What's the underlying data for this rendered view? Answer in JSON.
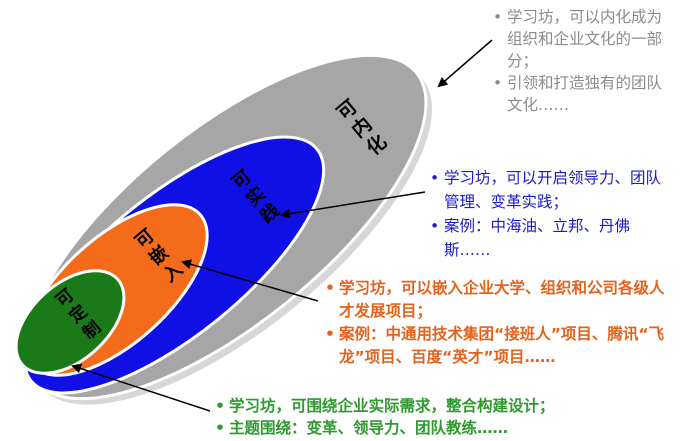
{
  "diagram": {
    "levels": [
      {
        "id": "internalizable",
        "label_chars": [
          "可",
          "内",
          "化"
        ],
        "color": "#a6a6a6"
      },
      {
        "id": "practicable",
        "label_chars": [
          "可",
          "实",
          "践"
        ],
        "color": "#1010e6"
      },
      {
        "id": "embeddable",
        "label_chars": [
          "可",
          "嵌",
          "入"
        ],
        "color": "#f46c1b"
      },
      {
        "id": "customizable",
        "label_chars": [
          "可",
          "定",
          "制"
        ],
        "color": "#1a7a1a"
      }
    ],
    "callouts": {
      "gray": {
        "items": [
          "学习坊，可以内化成为组织和企业文化的一部分；",
          "引领和打造独有的团队文化……"
        ],
        "color": "#8c8c8c"
      },
      "blue": {
        "items": [
          "学习坊，可以开启领导力、团队管理、变革实践；",
          "案例：中海油、立邦、丹佛斯……"
        ],
        "color": "#1a1acc"
      },
      "orange": {
        "items": [
          "学习坊，可以嵌入企业大学、组织和公司各级人才发展项目；",
          "案例：中通用技术集团“接班人”项目、腾讯“飞龙”项目、百度“英才”项目……"
        ],
        "color": "#e5621c"
      },
      "green": {
        "items": [
          "学习坊，可围绕企业实际需求，整合构建设计；",
          "主题围绕：变革、领导力、团队教练……"
        ],
        "color": "#2e9a2e"
      }
    },
    "bullet_symbol": "•"
  }
}
